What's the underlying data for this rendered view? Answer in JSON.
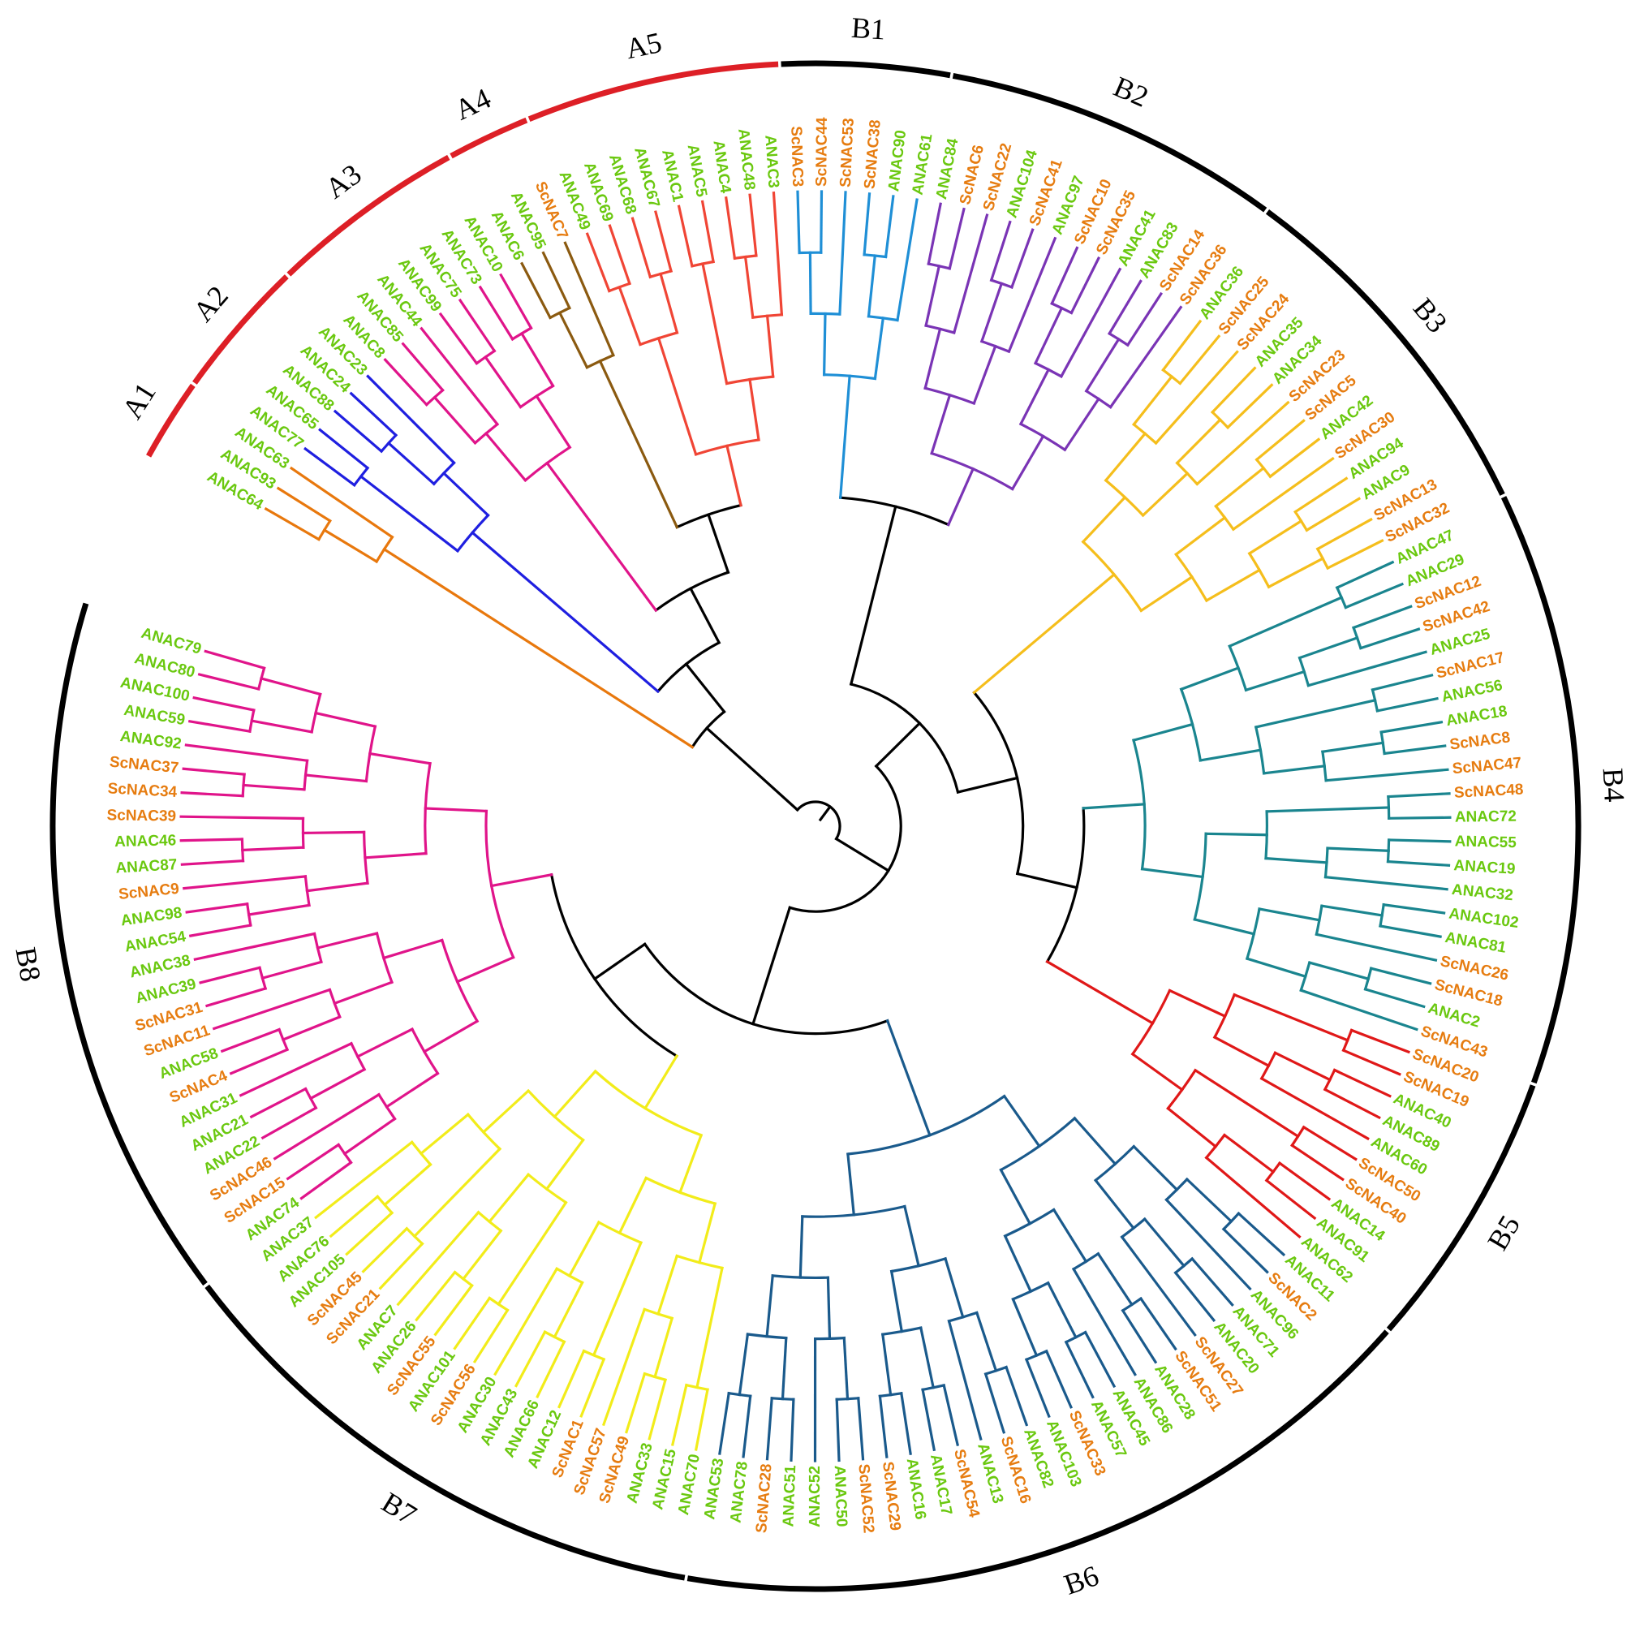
{
  "colors": {
    "at_label": "#6ac80f",
    "sc_label": "#e67c10",
    "backbone": "#000000",
    "arc_group_a": "#dd1f26",
    "arc_group_b": "#000000"
  },
  "tree": {
    "kind": "circular-dendrogram",
    "leaf_order": [
      "ANAC64",
      "ANAC93",
      "ANAC63",
      "ANAC77",
      "ANAC65",
      "ANAC88",
      "ANAC24",
      "ANAC23",
      "ANAC8",
      "ANAC85",
      "ANAC44",
      "ANAC99",
      "ANAC75",
      "ANAC73",
      "ANAC10",
      "ANAC6",
      "ANAC95",
      "ScNAC7",
      "ANAC49",
      "ANAC69",
      "ANAC68",
      "ANAC67",
      "ANAC1",
      "ANAC5",
      "ANAC4",
      "ANAC48",
      "ANAC3",
      "ScNAC3",
      "ScNAC44",
      "ScNAC53",
      "ScNAC38",
      "ANAC90",
      "ANAC61",
      "ANAC84",
      "ScNAC6",
      "ScNAC22",
      "ANAC104",
      "ScNAC41",
      "ANAC97",
      "ScNAC10",
      "ScNAC35",
      "ANAC41",
      "ANAC83",
      "ScNAC14",
      "ScNAC36",
      "ANAC36",
      "ScNAC25",
      "ScNAC24",
      "ANAC35",
      "ANAC34",
      "ScNAC23",
      "ScNAC5",
      "ANAC42",
      "ScNAC30",
      "ANAC94",
      "ANAC9",
      "ScNAC13",
      "ScNAC32",
      "ANAC47",
      "ANAC29",
      "ScNAC12",
      "ScNAC42",
      "ANAC25",
      "ScNAC17",
      "ANAC56",
      "ANAC18",
      "ScNAC8",
      "ScNAC47",
      "ScNAC48",
      "ANAC72",
      "ANAC55",
      "ANAC19",
      "ANAC32",
      "ANAC102",
      "ANAC81",
      "ScNAC26",
      "ScNAC18",
      "ANAC2",
      "ScNAC43",
      "ScNAC20",
      "ScNAC19",
      "ANAC40",
      "ANAC89",
      "ANAC60",
      "ScNAC50",
      "ScNAC40",
      "ANAC14",
      "ANAC91",
      "ANAC62",
      "ANAC11",
      "ScNAC2",
      "ANAC96",
      "ANAC71",
      "ANAC20",
      "ScNAC27",
      "ScNAC51",
      "ANAC28",
      "ANAC86",
      "ANAC45",
      "ANAC57",
      "ScNAC33",
      "ANAC103",
      "ANAC82",
      "ScNAC16",
      "ANAC13",
      "ScNAC54",
      "ANAC17",
      "ANAC16",
      "ScNAC29",
      "ScNAC52",
      "ANAC50",
      "ANAC52",
      "ANAC51",
      "ScNAC28",
      "ANAC78",
      "ANAC53",
      "ANAC70",
      "ANAC15",
      "ANAC33",
      "ScNAC49",
      "ScNAC57",
      "ScNAC1",
      "ANAC12",
      "ANAC66",
      "ANAC43",
      "ANAC30",
      "ScNAC56",
      "ANAC101",
      "ScNAC55",
      "ANAC26",
      "ANAC7",
      "ScNAC21",
      "ScNAC45",
      "ANAC105",
      "ANAC76",
      "ANAC37",
      "ANAC74",
      "ScNAC15",
      "ScNAC46",
      "ANAC22",
      "ANAC21",
      "ANAC31",
      "ScNAC4",
      "ANAC58",
      "ScNAC11",
      "ScNAC31",
      "ANAC39",
      "ANAC38",
      "ANAC54",
      "ANAC98",
      "ScNAC9",
      "ANAC87",
      "ANAC46",
      "ScNAC39",
      "ScNAC34",
      "ScNAC37",
      "ANAC92",
      "ANAC59",
      "ANAC100",
      "ANAC80",
      "ANAC79"
    ],
    "clades": [
      {
        "label": "A1",
        "color": "#e8780d",
        "group": "A",
        "first": "ANAC64",
        "last": "ANAC63"
      },
      {
        "label": "A2",
        "color": "#1f1fe0",
        "group": "A",
        "first": "ANAC77",
        "last": "ANAC23"
      },
      {
        "label": "A3",
        "color": "#e0148a",
        "group": "A",
        "first": "ANAC8",
        "last": "ANAC10"
      },
      {
        "label": "A4",
        "color": "#8b5a10",
        "group": "A",
        "first": "ANAC6",
        "last": "ScNAC7"
      },
      {
        "label": "A5",
        "color": "#f04535",
        "group": "A",
        "first": "ANAC49",
        "last": "ANAC3"
      },
      {
        "label": "B1",
        "color": "#1f8fd6",
        "group": "B",
        "first": "ScNAC3",
        "last": "ANAC61"
      },
      {
        "label": "B2",
        "color": "#7a34b5",
        "group": "B",
        "first": "ANAC84",
        "last": "ScNAC36"
      },
      {
        "label": "B3",
        "color": "#f5be1c",
        "group": "B",
        "first": "ANAC36",
        "last": "ScNAC32"
      },
      {
        "label": "B4",
        "color": "#1a858f",
        "group": "B",
        "first": "ANAC47",
        "last": "ScNAC43"
      },
      {
        "label": "B5",
        "color": "#e01818",
        "group": "B",
        "first": "ScNAC20",
        "last": "ANAC62"
      },
      {
        "label": "B6",
        "color": "#1a5a8c",
        "group": "B",
        "first": "ANAC11",
        "last": "ANAC53"
      },
      {
        "label": "B7",
        "color": "#f2ec1a",
        "group": "B",
        "first": "ANAC70",
        "last": "ANAC37"
      },
      {
        "label": "B8",
        "color": "#e0148a",
        "group": "B",
        "first": "ANAC74",
        "last": "ANAC79"
      }
    ]
  }
}
